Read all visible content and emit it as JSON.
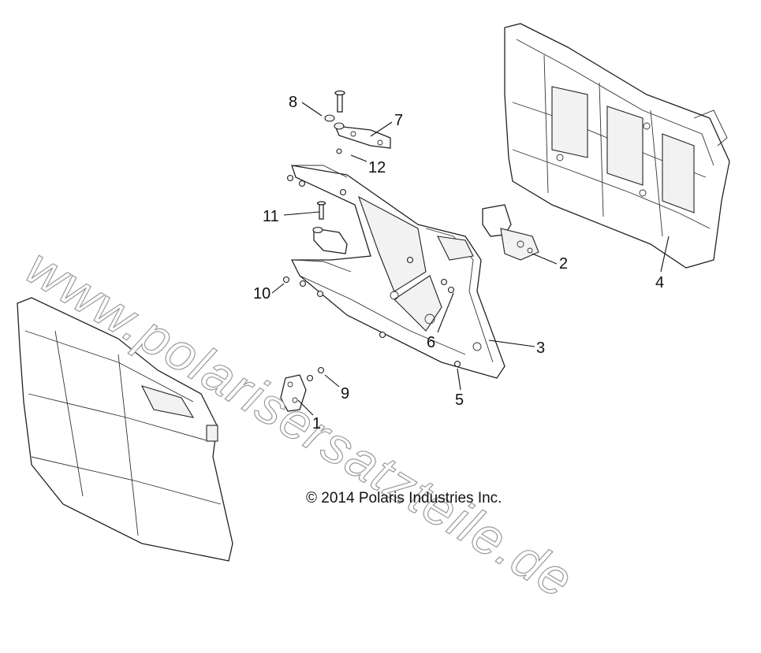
{
  "watermark": "www.polarisersatzteile.de",
  "copyright": "© 2014 Polaris Industries Inc.",
  "callouts": [
    {
      "id": "c1",
      "label": "1"
    },
    {
      "id": "c2",
      "label": "2"
    },
    {
      "id": "c3",
      "label": "3"
    },
    {
      "id": "c4",
      "label": "4"
    },
    {
      "id": "c5",
      "label": "5"
    },
    {
      "id": "c6",
      "label": "6"
    },
    {
      "id": "c7",
      "label": "7"
    },
    {
      "id": "c8",
      "label": "8"
    },
    {
      "id": "c9",
      "label": "9"
    },
    {
      "id": "c10",
      "label": "10"
    },
    {
      "id": "c11",
      "label": "11"
    },
    {
      "id": "c12",
      "label": "12"
    }
  ]
}
